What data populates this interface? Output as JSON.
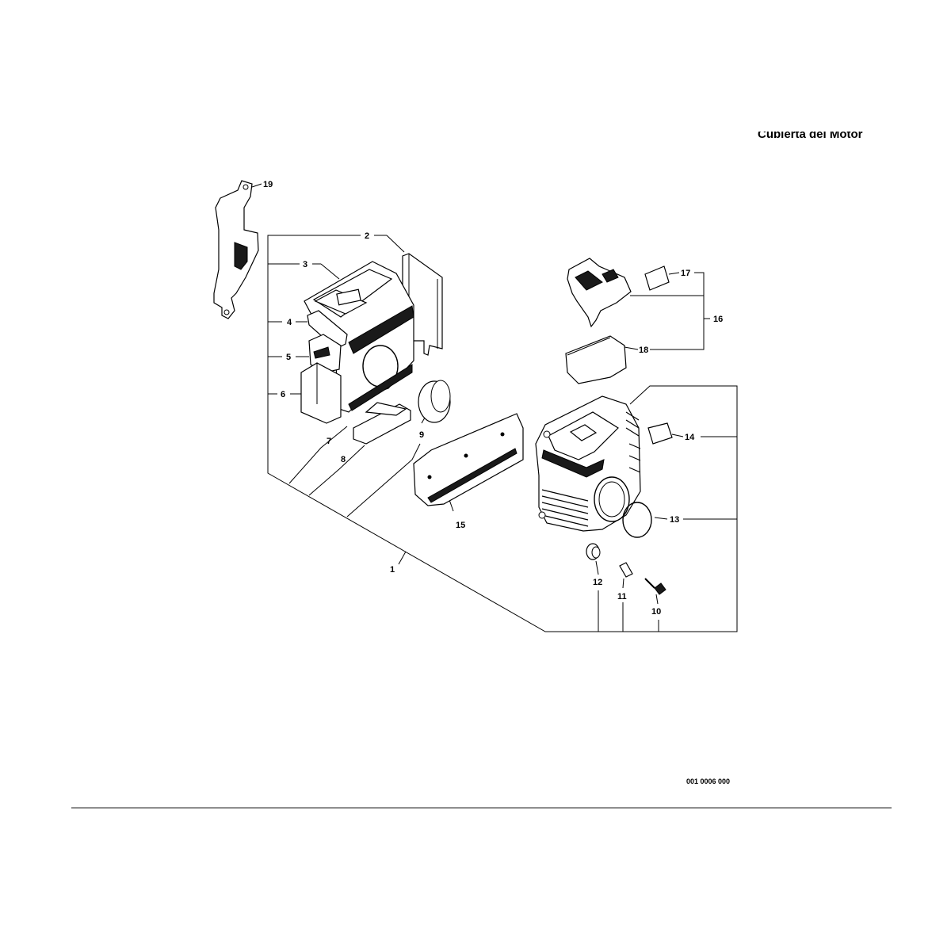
{
  "title": "Cubierta del Motor",
  "reference_code": "001 0006 000",
  "callouts": {
    "c1": "1",
    "c2": "2",
    "c3": "3",
    "c4": "4",
    "c5": "5",
    "c6": "6",
    "c7": "7",
    "c8": "8",
    "c9": "9",
    "c10": "10",
    "c11": "11",
    "c12": "12",
    "c13": "13",
    "c14": "14",
    "c15": "15",
    "c16": "16",
    "c17": "17",
    "c18": "18",
    "c19": "19"
  }
}
